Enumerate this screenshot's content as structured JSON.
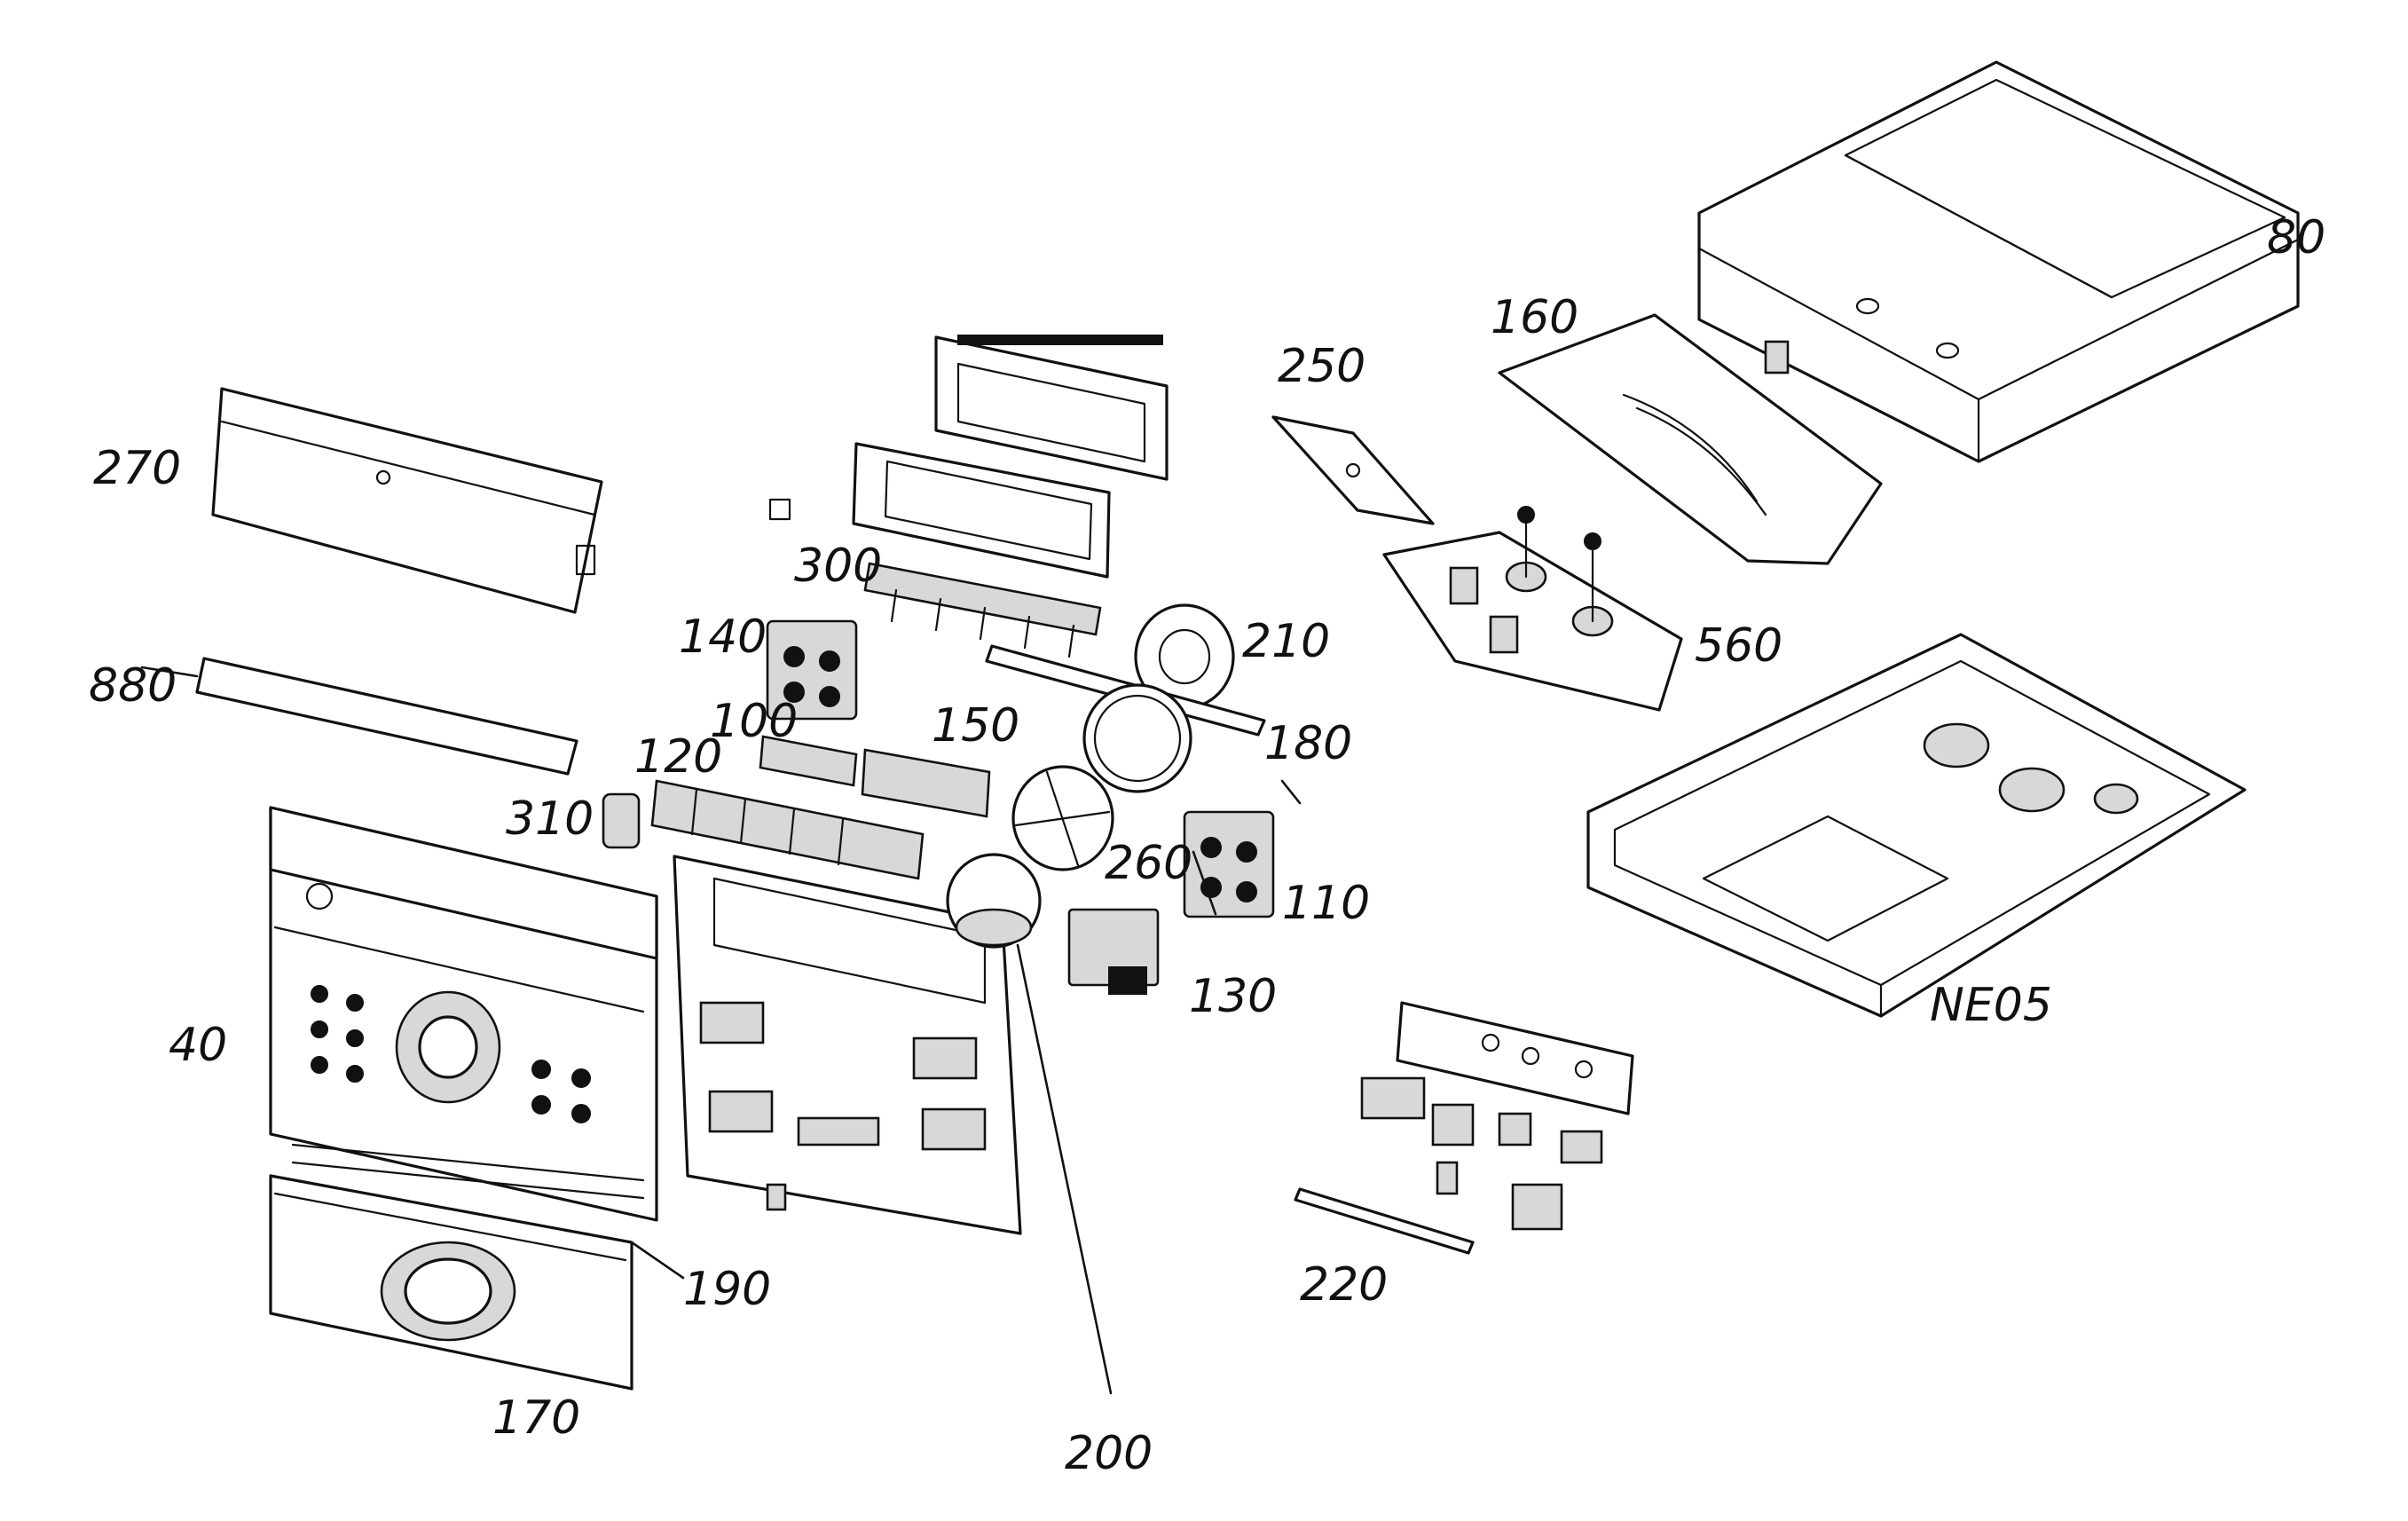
{
  "labels": {
    "l270": "270",
    "l880": "880",
    "l40": "40",
    "l170": "170",
    "l190": "190",
    "l200": "200",
    "l310": "310",
    "l120": "120",
    "l100": "100",
    "l140": "140",
    "l150": "150",
    "l300": "300",
    "l210": "210",
    "l180": "180",
    "l260": "260",
    "l110": "110",
    "l130": "130",
    "l250": "250",
    "l160": "160",
    "l80": "80",
    "l560": "560",
    "lNE05": "NE05",
    "l220": "220"
  }
}
